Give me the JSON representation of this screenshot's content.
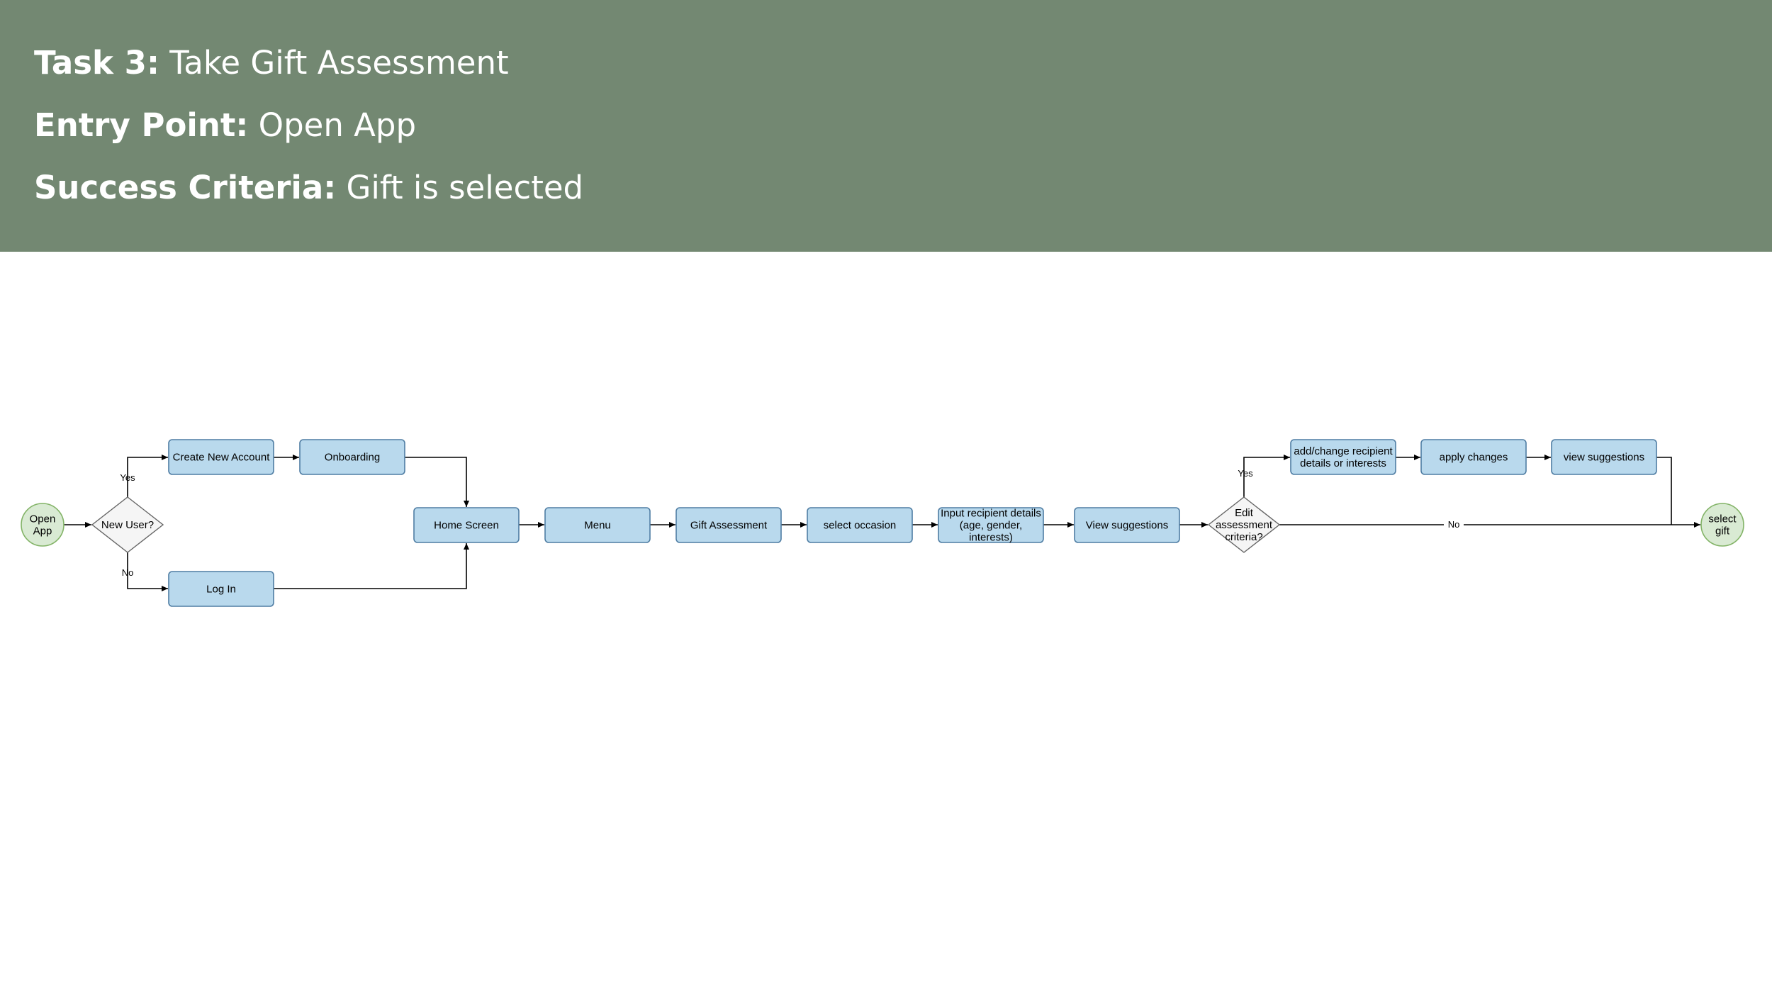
{
  "header": {
    "task_label": "Task 3:",
    "task_value": "Take Gift Assessment",
    "entry_label": "Entry Point:",
    "entry_value": "Open App",
    "success_label": "Success Criteria:",
    "success_value": "Gift is selected"
  },
  "colors": {
    "header_bg": "#738872",
    "process_fill": "#b9d9ed",
    "process_stroke": "#4f7da3",
    "terminal_fill": "#d9ead3",
    "terminal_stroke": "#82b366",
    "decision_fill": "#f5f5f5",
    "decision_stroke": "#666666"
  },
  "nodes": {
    "open_app": [
      "Open",
      "App"
    ],
    "new_user": [
      "New User?"
    ],
    "create_account": [
      "Create New Account"
    ],
    "onboarding": [
      "Onboarding"
    ],
    "log_in": [
      "Log In"
    ],
    "home_screen": [
      "Home Screen"
    ],
    "menu": [
      "Menu"
    ],
    "gift_assessment": [
      "Gift Assessment"
    ],
    "select_occasion": [
      "select occasion"
    ],
    "input_details": [
      "Input recipient details",
      "(age, gender,",
      "interests)"
    ],
    "view_suggestions_1": [
      "View suggestions"
    ],
    "edit_criteria": [
      "Edit",
      "assessment",
      "criteria?"
    ],
    "add_change": [
      "add/change recipient",
      "details or interests"
    ],
    "apply_changes": [
      "apply changes"
    ],
    "view_suggestions_2": [
      "view suggestions"
    ],
    "select_gift": [
      "select",
      "gift"
    ]
  },
  "edge_labels": {
    "new_user_yes": "Yes",
    "new_user_no": "No",
    "edit_yes": "Yes",
    "edit_no": "No"
  }
}
